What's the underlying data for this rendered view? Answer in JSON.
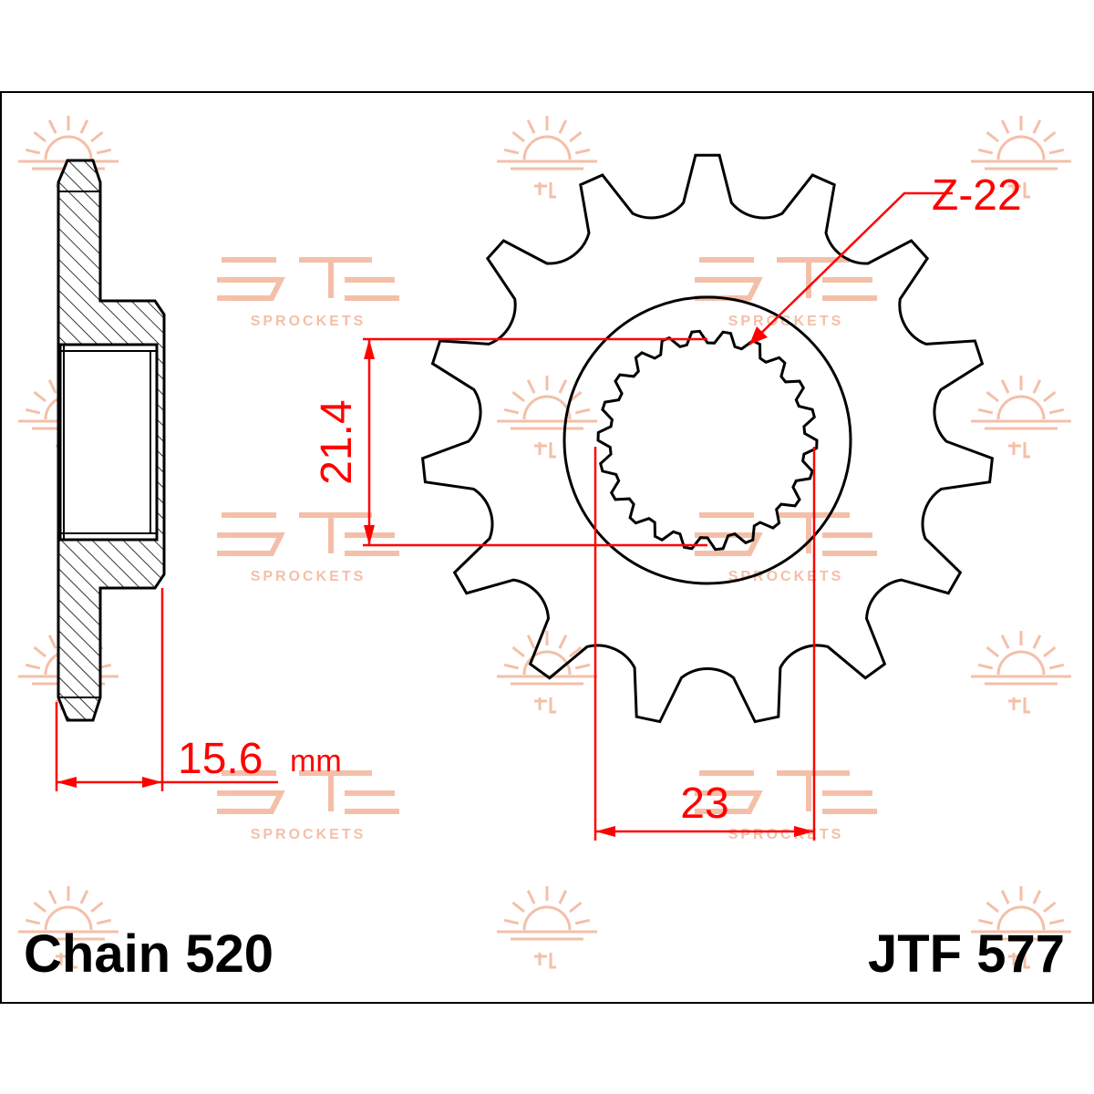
{
  "labels": {
    "chain": "Chain 520",
    "part_number": "JTF 577"
  },
  "dimensions": {
    "teeth": "Z-22",
    "spline_inner": "21.4",
    "spline_outer": "23",
    "offset": "15.6",
    "offset_unit": "mm"
  },
  "watermark": {
    "brand_text": "SPROCKETS",
    "logo_icon": "jt-sunrise-logo-icon"
  },
  "colors": {
    "dimension": "#ff0000",
    "outline": "#000000",
    "watermark": "#f3b59a"
  }
}
